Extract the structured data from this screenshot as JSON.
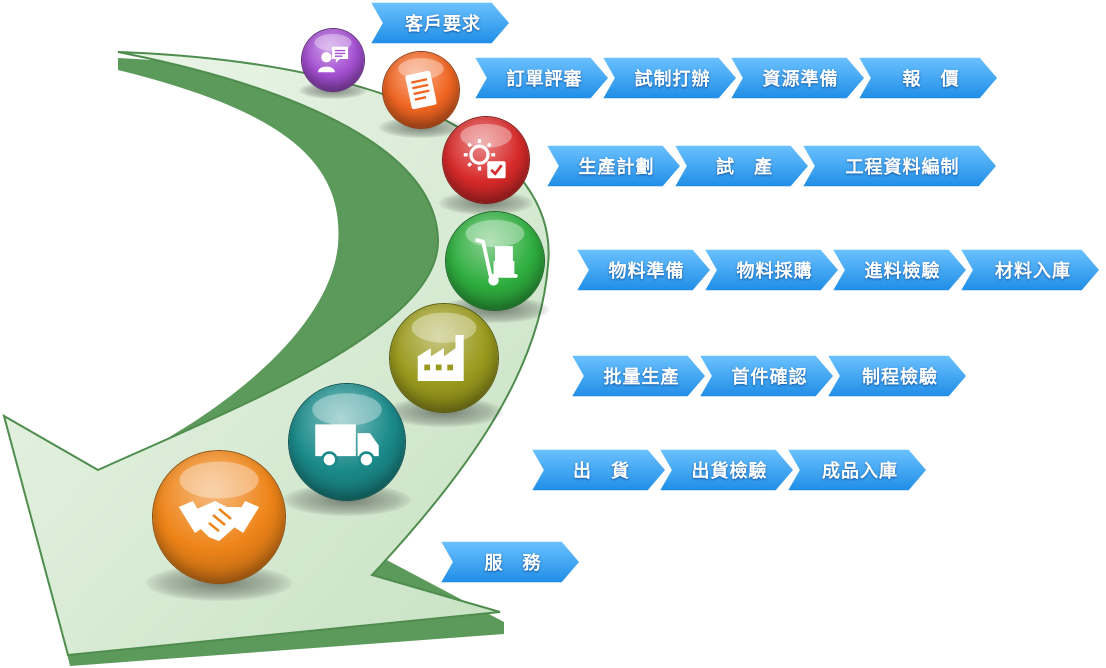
{
  "diagram": {
    "colors": {
      "arrow_fill": "#d6ead2",
      "arrow_edge": "#5b9a5a",
      "chevron_top": "#6cc2ff",
      "chevron_bottom": "#1f8de6"
    },
    "steps": [
      {
        "id": "customer",
        "icon": "customer-chat-icon",
        "color": "#a44fd2",
        "stages": [
          "客戶要求"
        ]
      },
      {
        "id": "order",
        "icon": "document-list-icon",
        "color": "#f06522",
        "stages": [
          "訂單評審",
          "試制打辦",
          "資源準備",
          "報　價"
        ]
      },
      {
        "id": "engineering",
        "icon": "gear-checklist-icon",
        "color": "#d72a2a",
        "stages": [
          "生產計劃",
          "試　產",
          "工程資料編制"
        ]
      },
      {
        "id": "material",
        "icon": "hand-truck-icon",
        "color": "#2fae3f",
        "stages": [
          "物料準備",
          "物料採購",
          "進料檢驗",
          "材料入庫"
        ]
      },
      {
        "id": "production",
        "icon": "factory-icon",
        "color": "#9a9a1e",
        "stages": [
          "批量生產",
          "首件確認",
          "制程檢驗"
        ]
      },
      {
        "id": "shipping",
        "icon": "truck-icon",
        "color": "#1b8a8a",
        "stages": [
          "出　貨",
          "出貨檢驗",
          "成品入庫"
        ]
      },
      {
        "id": "service",
        "icon": "handshake-icon",
        "color": "#ee8418",
        "stages": [
          "服　務"
        ]
      }
    ]
  }
}
